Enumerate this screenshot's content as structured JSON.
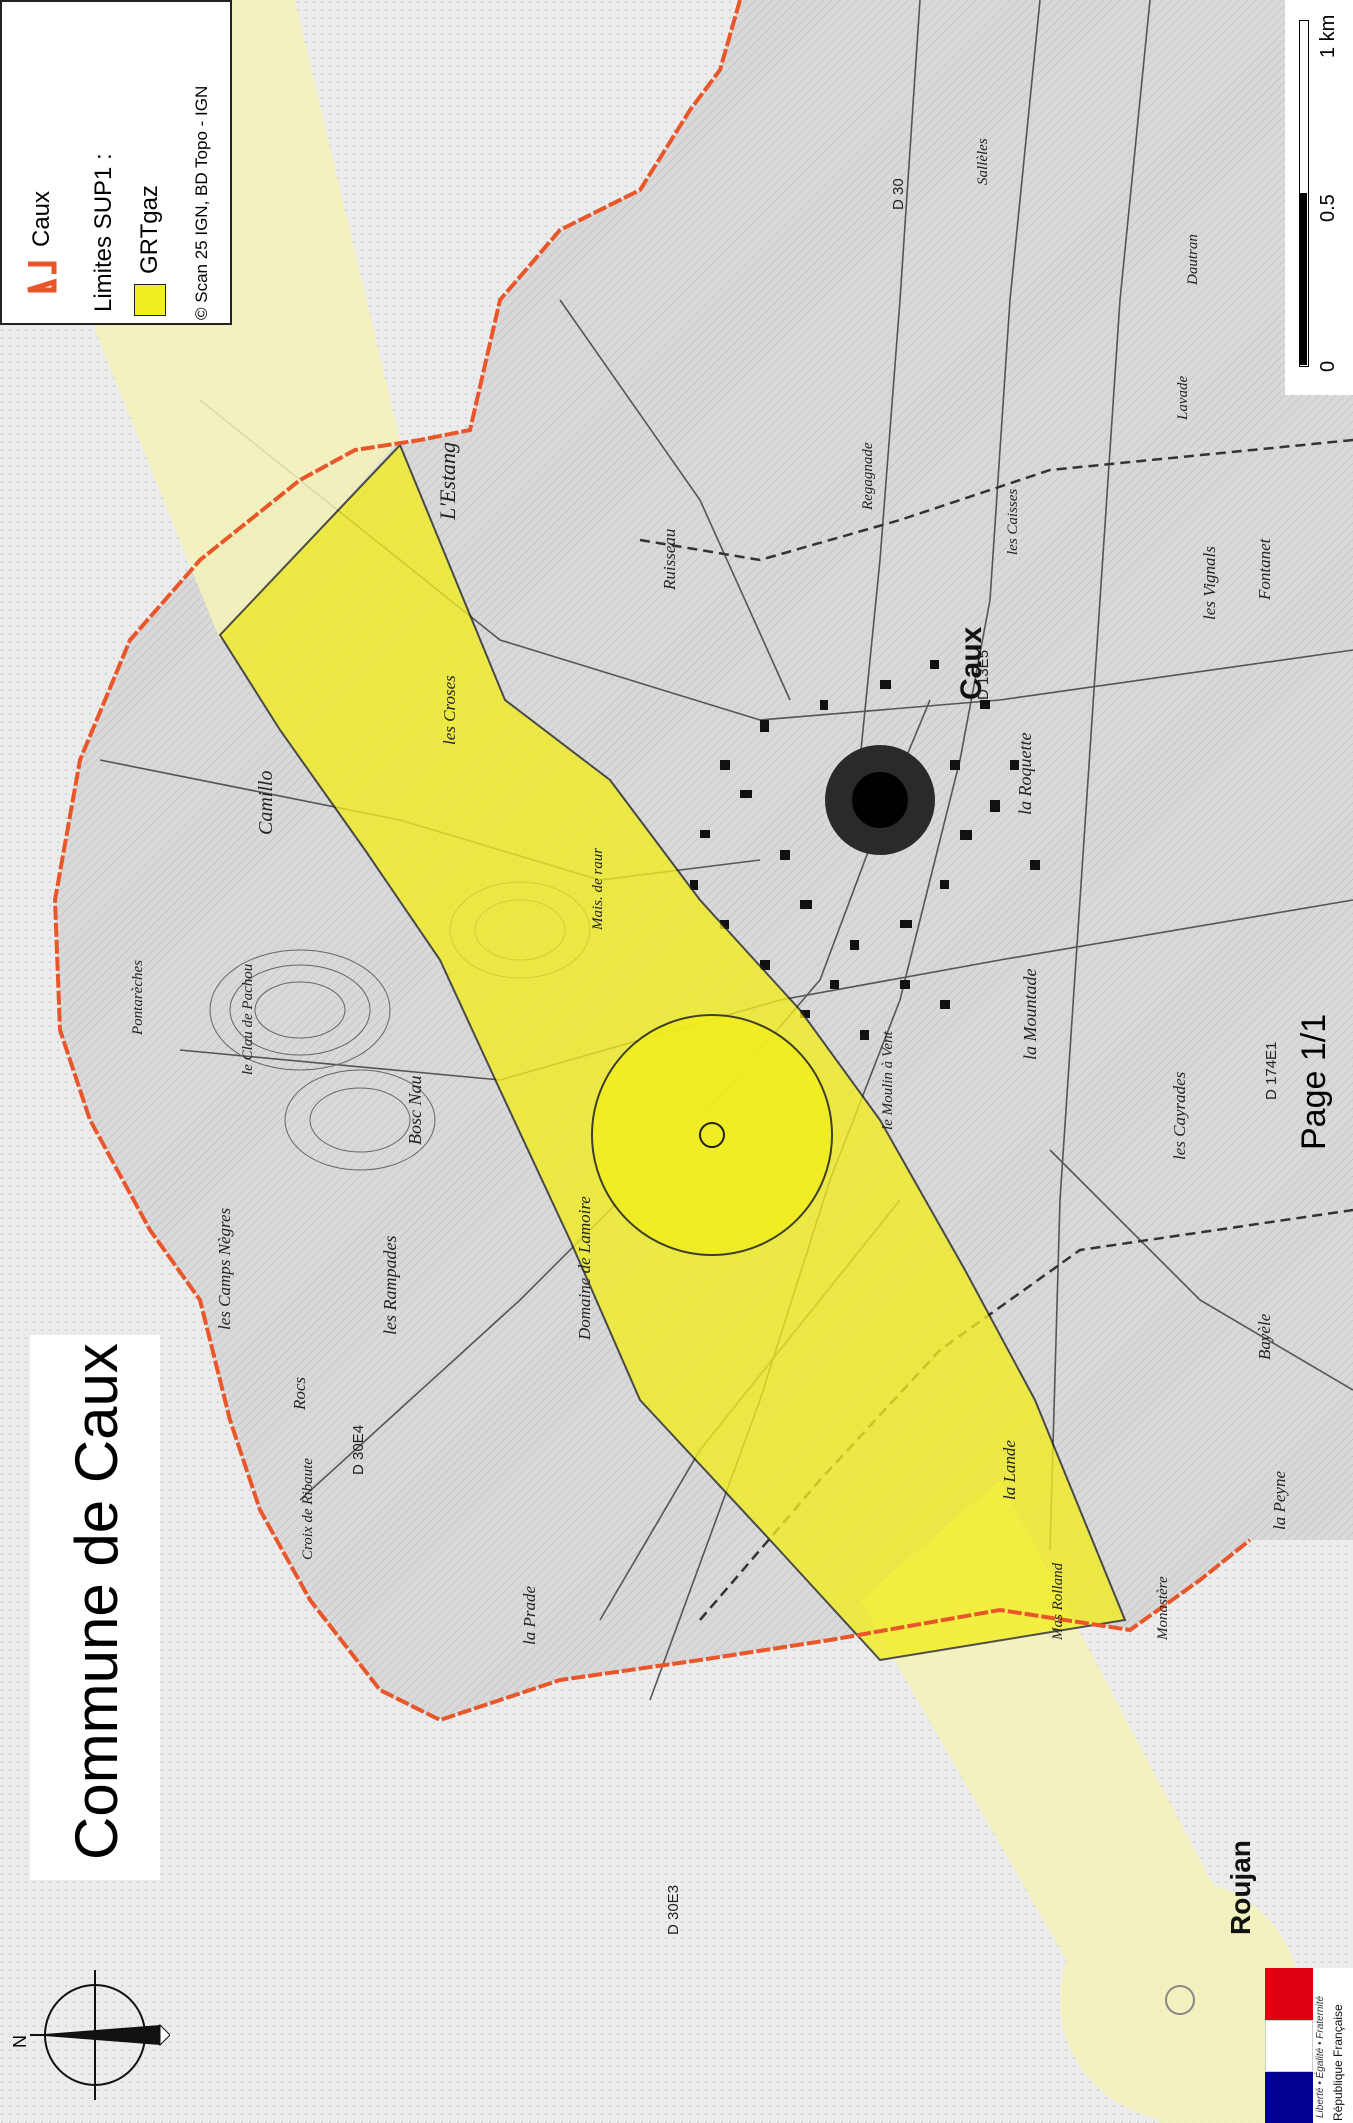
{
  "title": "Commune de Caux",
  "page_label": "Page 1/1",
  "legend": {
    "commune_label": "Caux",
    "section_title": "Limites SUP1 :",
    "layer_label": "GRTgaz",
    "source": "© Scan 25 IGN, BD Topo - IGN",
    "colors": {
      "commune_outline": "#e8562a",
      "grtgaz_fill": "#f2ee1f"
    }
  },
  "scale_bar": {
    "ticks": [
      "0",
      "0.5",
      "1 km"
    ]
  },
  "north_arrow_label": "N",
  "emblem": {
    "motto": "Liberté • Égalité • Fraternité",
    "country": "République Française"
  },
  "place_names": {
    "caux": "Caux",
    "roujan": "Roujan",
    "lestang": "L'Estang",
    "camillo": "Camillo",
    "bosc_nau": "Bosc Nau",
    "le_clau_de_pachou": "le Clau de Pachou",
    "les_rampades": "les Rampades",
    "domaine_de_lamoire": "Domaine de Lamoire",
    "la_prade": "la Prade",
    "ruisseau": "Ruisseau",
    "la_roquette": "la Roquette",
    "la_mountade": "la Mountade",
    "les_caisses": "les Caisses",
    "mas_rolland": "Mas Rolland",
    "la_lande": "la Lande",
    "le_moulin_a_vent": "le Moulin à Vent",
    "reganade": "Regagnade",
    "dautran": "Dautran",
    "lavade": "Lavade",
    "vignals": "les Vignals",
    "fontanet": "Fontanet",
    "salleles": "Sallèles",
    "les_cayrades": "les Cayrades",
    "bayele": "Bayèle",
    "la_peyne": "la Peyne",
    "monastere": "Monastère",
    "les_croses": "les Croses",
    "mais_de_raur": "Mais. de raur",
    "rocs": "Rocs",
    "croix_de_ribaute": "Croix de Ribaute",
    "ponsarechez": "Pontarèches",
    "les_champs_negres": "les Camps Nègres",
    "d30e3": "D 30E3",
    "d30e4": "D 30E4",
    "d13e5": "D 13E5",
    "d174e1": "D 174E1",
    "d30": "D 30"
  }
}
